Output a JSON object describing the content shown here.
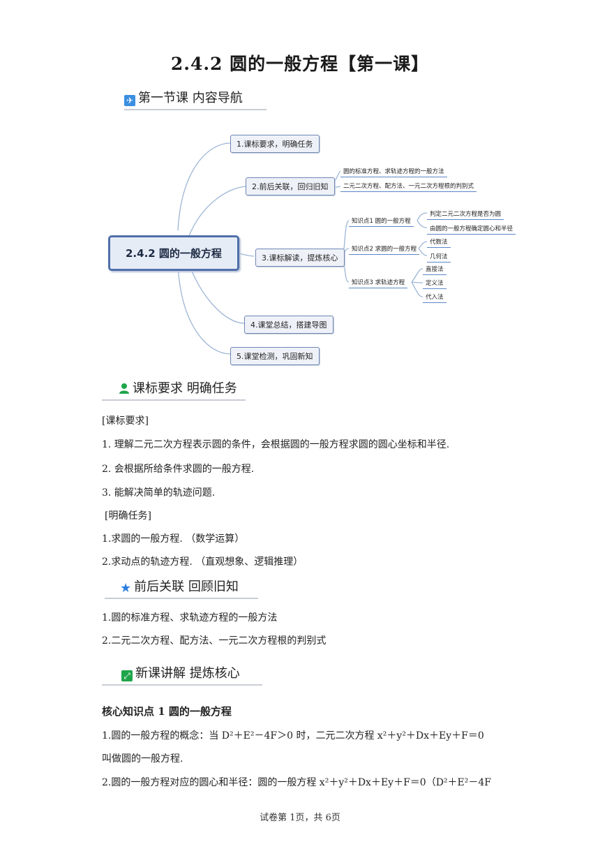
{
  "title": "2.4.2   圆的一般方程【第一课】",
  "sections": {
    "nav": "第一节课  内容导航",
    "req": "课标要求  明确任务",
    "prev": "前后关联  回顾旧知",
    "new": "新课讲解  提炼核心"
  },
  "mindmap": {
    "root": "2.4.2  圆的一般方程",
    "branches": [
      "1.课标要求，明确任务",
      "2.前后关联，回归旧知",
      "3.课标解读，提炼核心",
      "4.课堂总结，搭建导图",
      "5.课堂检测，巩固新知"
    ],
    "branch2_leaves": [
      "圆的标准方程、求轨迹方程的一般方法",
      "二元二次方程、配方法、一元二次方程根的判别式"
    ],
    "kp1": "知识点1   圆的一般方程",
    "kp1_leaves": [
      "判定二元二次方程是否为圆",
      "由圆的一般方程确定圆心和半径"
    ],
    "kp2": "知识点2   求圆的一般方程",
    "kp2_leaves": [
      "代数法",
      "几何法"
    ],
    "kp3": "知识点3   求轨迹方程",
    "kp3_leaves": [
      "直接法",
      "定义法",
      "代入法"
    ]
  },
  "req": {
    "label": "[课标要求]",
    "items": [
      "1.  理解二元二次方程表示圆的条件，会根据圆的一般方程求圆的圆心坐标和半径.",
      "2.  会根据所给条件求圆的一般方程.",
      "3.  能解决简单的轨迹问题."
    ],
    "task_label": "[明确任务]",
    "tasks": [
      "1.求圆的一般方程. （数学运算）",
      "2.求动点的轨迹方程. （直观想象、逻辑推理）"
    ]
  },
  "prev": {
    "items": [
      "1.圆的标准方程、求轨迹方程的一般方法",
      "2.二元二次方程、配方法、一元二次方程根的判别式"
    ]
  },
  "core": {
    "heading": "核心知识点 1  圆的一般方程",
    "p1a": "1.圆的一般方程的概念：当 D²＋E²－4F＞0 时，二元二次方程 x²＋y²＋Dx＋Ey＋F＝0",
    "p1b": "叫做圆的一般方程.",
    "p2": "2.圆的一般方程对应的圆心和半径：圆的一般方程 x²＋y²＋Dx＋Ey＋F＝0（D²＋E²－4F"
  },
  "footer": "试卷第 1页，共 6页"
}
